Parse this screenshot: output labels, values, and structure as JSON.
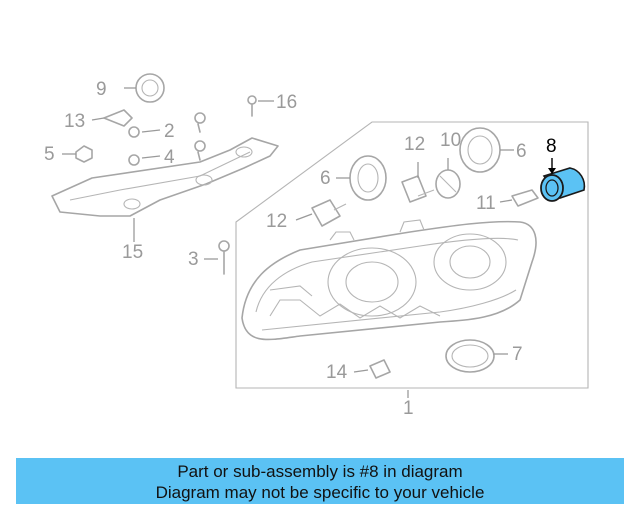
{
  "diagram": {
    "callouts": [
      "1",
      "2",
      "3",
      "4",
      "5",
      "6",
      "6",
      "7",
      "8",
      "9",
      "10",
      "11",
      "12",
      "12",
      "13",
      "14",
      "15",
      "16"
    ],
    "highlight_color": "#5bc2f4"
  },
  "banner": {
    "line1": "Part or sub-assembly is #8 in diagram",
    "line2": "Diagram may not be specific to your vehicle",
    "background": "#5bc2f4"
  }
}
